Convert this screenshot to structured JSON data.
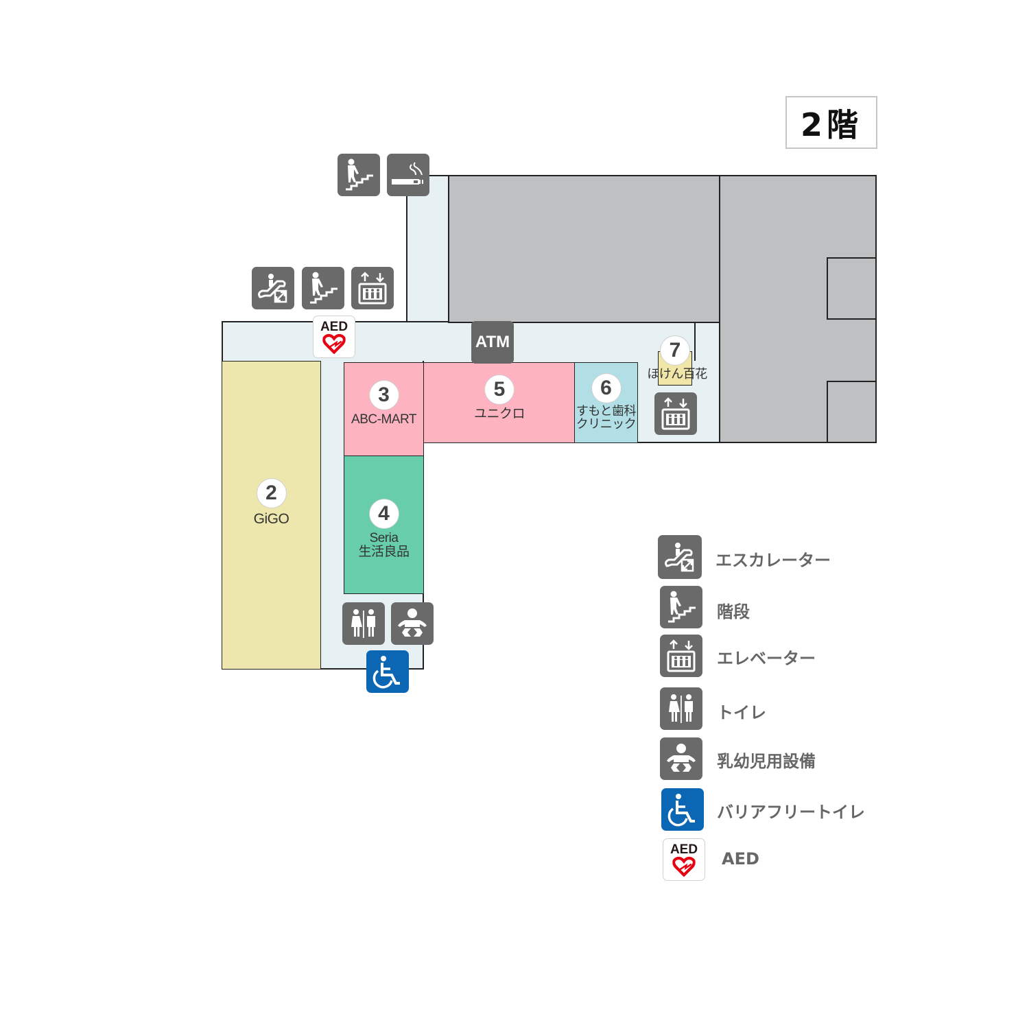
{
  "floor": {
    "label": "2階"
  },
  "shops": [
    {
      "number": "2",
      "name": "GiGO",
      "color": "#ede7ad"
    },
    {
      "number": "3",
      "name": "ABC-MART",
      "color": "#fdb4c0"
    },
    {
      "number": "4",
      "name_line1": "Seria",
      "name_line2": "生活良品",
      "color": "#67cdab"
    },
    {
      "number": "5",
      "name": "ユニクロ",
      "color": "#fdb4c0"
    },
    {
      "number": "6",
      "name_line1": "すもと歯科",
      "name_line2": "クリニック",
      "color": "#b1dfe5"
    },
    {
      "number": "7",
      "name": "ほけん百花",
      "color": "#efe6a8"
    }
  ],
  "facilities": {
    "atm_label": "ATM",
    "aed_label": "AED"
  },
  "legend": [
    {
      "icon": "escalator-icon",
      "label": "エスカレーター"
    },
    {
      "icon": "stairs-icon",
      "label": "階段"
    },
    {
      "icon": "elevator-icon",
      "label": "エレベーター"
    },
    {
      "icon": "restroom-icon",
      "label": "トイレ"
    },
    {
      "icon": "baby-care-icon",
      "label": "乳幼児用設備"
    },
    {
      "icon": "accessible-restroom-icon",
      "label": "バリアフリートイレ"
    },
    {
      "icon": "aed-icon",
      "label": "AED"
    }
  ],
  "colors": {
    "corridor": "#e7f0f3",
    "unavailable": "#bfc0c2",
    "icon_grey": "#6a6a6a",
    "accessible_blue": "#0b66b4",
    "aed_red": "#e60012"
  }
}
